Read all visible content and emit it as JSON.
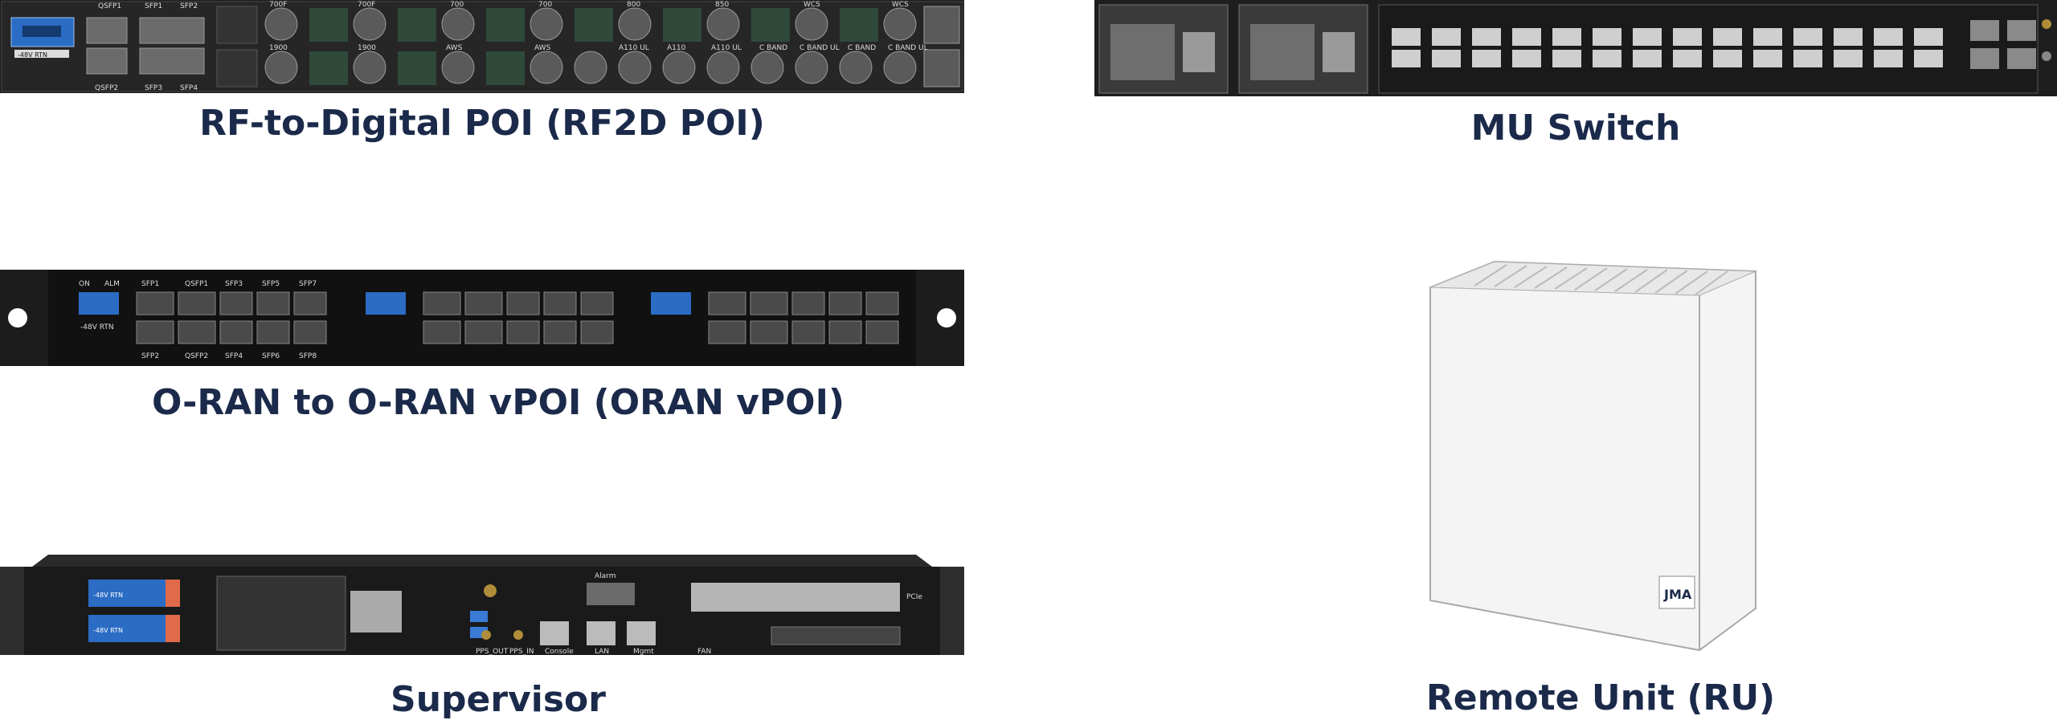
{
  "devices": {
    "rf2d_poi": {
      "caption": "RF-to-Digital POI (RF2D POI)",
      "top_labels": [
        "QSFP1",
        "SFP1",
        "SFP2",
        "700F",
        "700F",
        "700",
        "700",
        "800",
        "850",
        "WCS",
        "WCS"
      ],
      "bottom_labels": [
        "QSFP2",
        "SFP3",
        "SFP4",
        "1900",
        "1900",
        "AWS",
        "AWS",
        "A110 UL",
        "A110",
        "A110 UL",
        "C BAND",
        "C BAND UL",
        "C BAND",
        "C BAND UL"
      ],
      "power_label": "-48V RTN"
    },
    "mu_switch": {
      "caption": "MU Switch"
    },
    "oran_vpoi": {
      "caption": "O-RAN to O-RAN vPOI (ORAN vPOI)",
      "module_labels_top": [
        "ON",
        "ALM",
        "SFP1",
        "QSFP1",
        "SFP3",
        "SFP5",
        "SFP7"
      ],
      "module_labels_bottom": [
        "SFP2",
        "QSFP2",
        "SFP4",
        "SFP6",
        "SFP8"
      ],
      "power_label": "-48V RTN"
    },
    "supervisor": {
      "caption": "Supervisor",
      "port_labels": [
        "PPS_OUT",
        "PPS_IN",
        "Console",
        "LAN",
        "Mgmt",
        "FAN",
        "Alarm",
        "PCIe"
      ],
      "power_label": "-48V RTN"
    },
    "remote_unit": {
      "caption": "Remote Unit (RU)",
      "logo_text": "JMA"
    }
  }
}
